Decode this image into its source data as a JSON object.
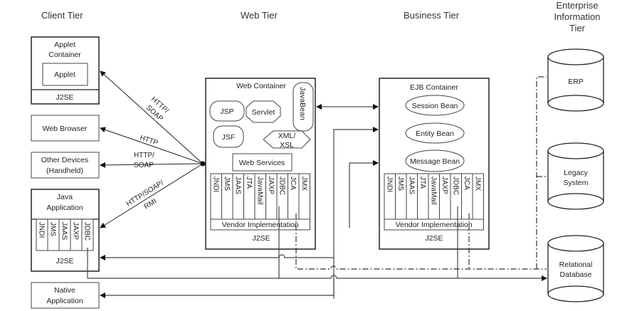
{
  "tiers": {
    "client": "Client Tier",
    "web": "Web Tier",
    "business": "Business Tier",
    "eis": [
      "Enterprise",
      "Information",
      "Tier"
    ]
  },
  "client": {
    "applet_container": {
      "title": [
        "Applet",
        "Container"
      ],
      "inner": "Applet",
      "platform": "J2SE"
    },
    "web_browser": "Web Browser",
    "other_devices": [
      "Other Devices",
      "(Handheld)"
    ],
    "java_application": {
      "title": [
        "Java",
        "Application"
      ],
      "apis": [
        "JNDI",
        "JMS",
        "JAAS",
        "JAXP",
        "JDBC"
      ],
      "platform": "J2SE"
    },
    "native_application": [
      "Native",
      "Application"
    ]
  },
  "protocols": {
    "applet": [
      "HTTP/",
      "SOAP"
    ],
    "browser": "HTTP",
    "devices": [
      "HTTP/",
      "SOAP"
    ],
    "java_app": [
      "HTTP/SOAP/",
      "RMI"
    ]
  },
  "web_container": {
    "title": "Web Container",
    "components": [
      "JSP",
      "Servlet",
      "JavaBean",
      "JSF",
      "XML/",
      "XSL",
      "Web Services"
    ],
    "apis": [
      "JNDI",
      "JMS",
      "JAAS",
      "JTA",
      "JavaMail",
      "JAXP",
      "JDBC",
      "JCA",
      "JMX"
    ],
    "vendor": "Vendor Implementation",
    "platform": "J2SE"
  },
  "ejb_container": {
    "title": "EJB Container",
    "beans": [
      "Session Bean",
      "Entity Bean",
      "Message Bean"
    ],
    "apis": [
      "JNDI",
      "JMS",
      "JAAS",
      "JTA",
      "JavaMail",
      "JAXP",
      "JDBC",
      "JCA",
      "JMX"
    ],
    "vendor": "Vendor Implementation",
    "platform": "J2SE"
  },
  "eis": {
    "erp": "ERP",
    "legacy": [
      "Legacy",
      "System"
    ],
    "database": [
      "Relational",
      "Database"
    ]
  }
}
